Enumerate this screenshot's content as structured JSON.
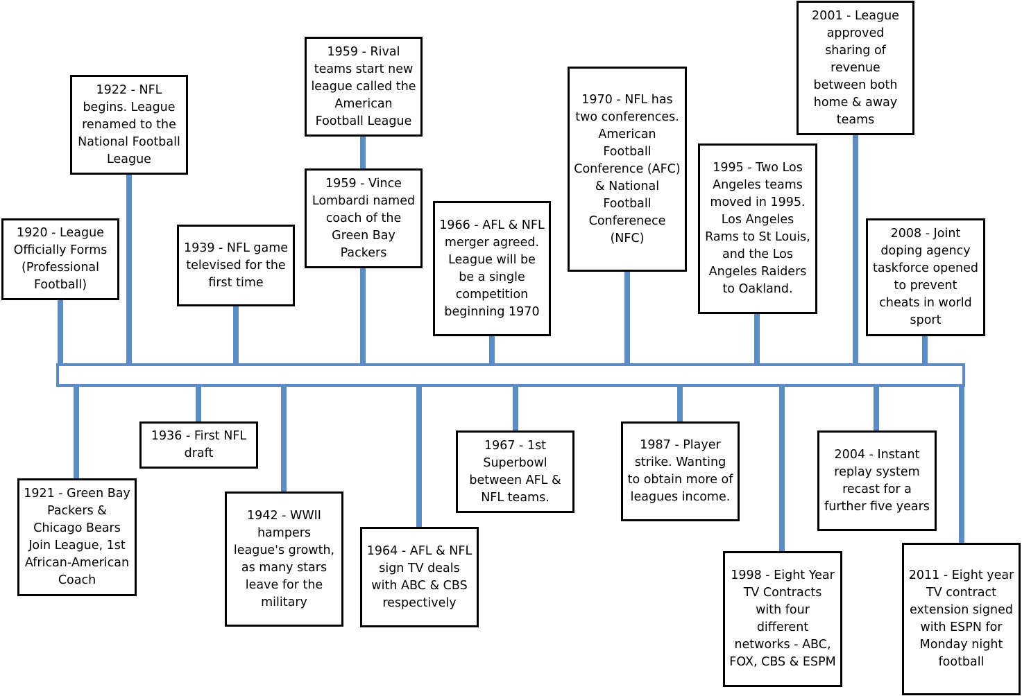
{
  "colors": {
    "axis": "#5b8cc5",
    "box_border": "#000000",
    "background": "#ffffff"
  },
  "events": {
    "e1920": "1920 - League Officially Forms (Professional Football)",
    "e1922": "1922 - NFL begins. League renamed to the National Football League",
    "e1939": "1939 - NFL game televised for the first time",
    "e1959_afl": "1959 - Rival teams start new league called the American Football League",
    "e1959_lombardi": "1959  - Vince Lombardi named coach of the Green Bay Packers",
    "e1966": "1966 - AFL & NFL merger agreed. League will be be a single competition beginning 1970",
    "e1970": "1970 - NFL has two conferences. American Football Conference (AFC) & National Football Conferenece (NFC)",
    "e1995": "1995 - Two Los Angeles teams moved in 1995. Los Angeles Rams to St Louis, and the Los Angeles Raiders to Oakland.",
    "e2001": "2001 - League approved sharing of revenue between both home & away teams",
    "e2008": "2008 - Joint doping agency taskforce opened to prevent cheats in world sport",
    "e1921": "1921 - Green Bay Packers & Chicago Bears Join League, 1st African-American Coach",
    "e1936": "1936 - First NFL draft",
    "e1942": "1942 - WWII hampers league's growth, as many stars leave for the military",
    "e1964": "1964 - AFL & NFL sign TV deals with ABC & CBS respectively",
    "e1967": "1967 - 1st Superbowl between AFL & NFL teams.",
    "e1987": "1987 - Player strike. Wanting to obtain more of leagues income.",
    "e1998": "1998 - Eight Year TV Contracts with four different networks - ABC, FOX, CBS & ESPM",
    "e2004": "2004 - Instant replay system recast for a further five years",
    "e2011": "2011 - Eight year TV contract extension signed with ESPN for Monday night football"
  }
}
